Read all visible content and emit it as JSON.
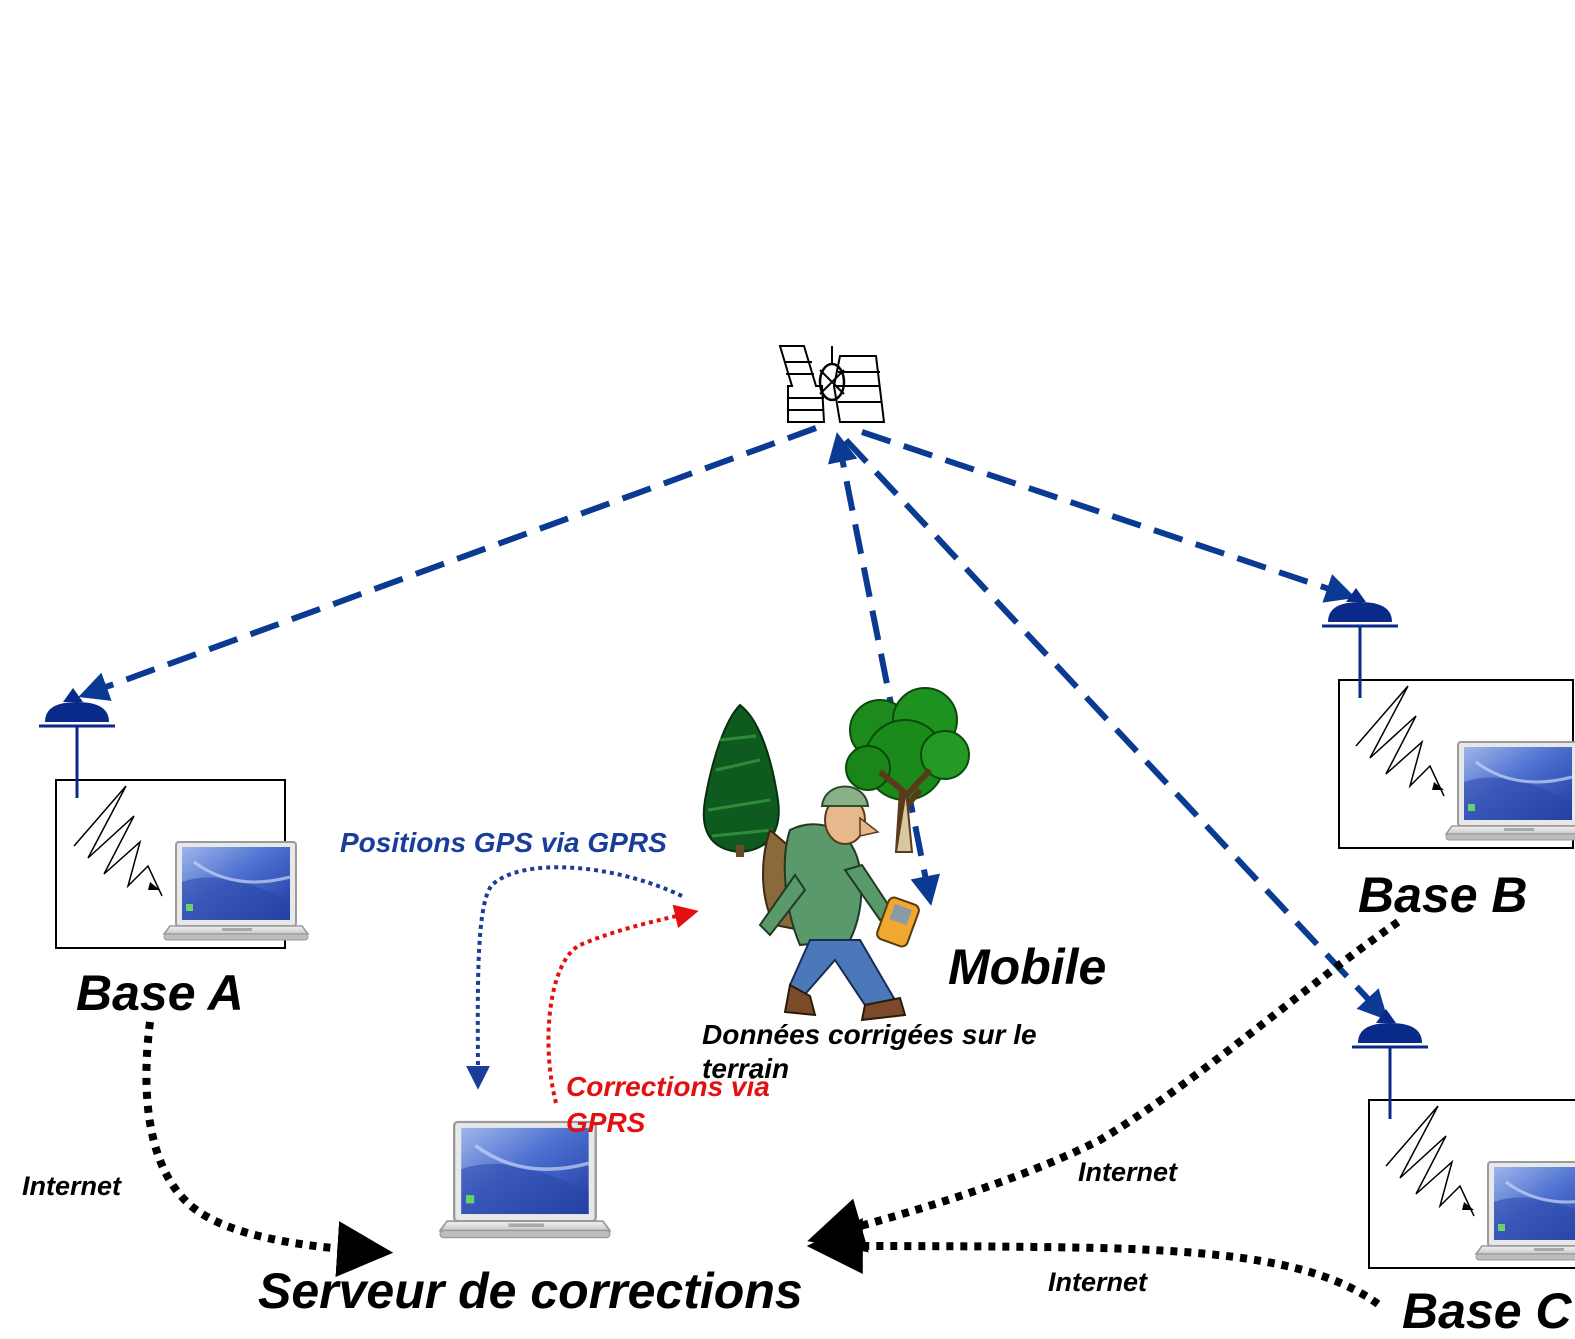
{
  "labels": {
    "base_a": "Base A",
    "base_b": "Base B",
    "base_c": "Base C",
    "mobile": "Mobile",
    "server": "Serveur de corrections",
    "positions_gps": "Positions GPS via GPRS",
    "corrections_line1": "Corrections via",
    "corrections_line2": "GPRS",
    "donnees_line1": "Données corrigées sur le",
    "donnees_line2": "terrain",
    "internet_a": "Internet",
    "internet_b": "Internet",
    "internet_c": "Internet"
  },
  "colors": {
    "satellite_link": "#0a3a91",
    "gprs_positions": "#1a3d9a",
    "gprs_corrections": "#e41010",
    "internet_link": "#000000",
    "antenna": "#0a2a8a"
  },
  "icons": [
    "satellite-icon",
    "antenna-icon",
    "laptop-icon",
    "tree-icon",
    "hiker-icon",
    "signal-icon"
  ]
}
